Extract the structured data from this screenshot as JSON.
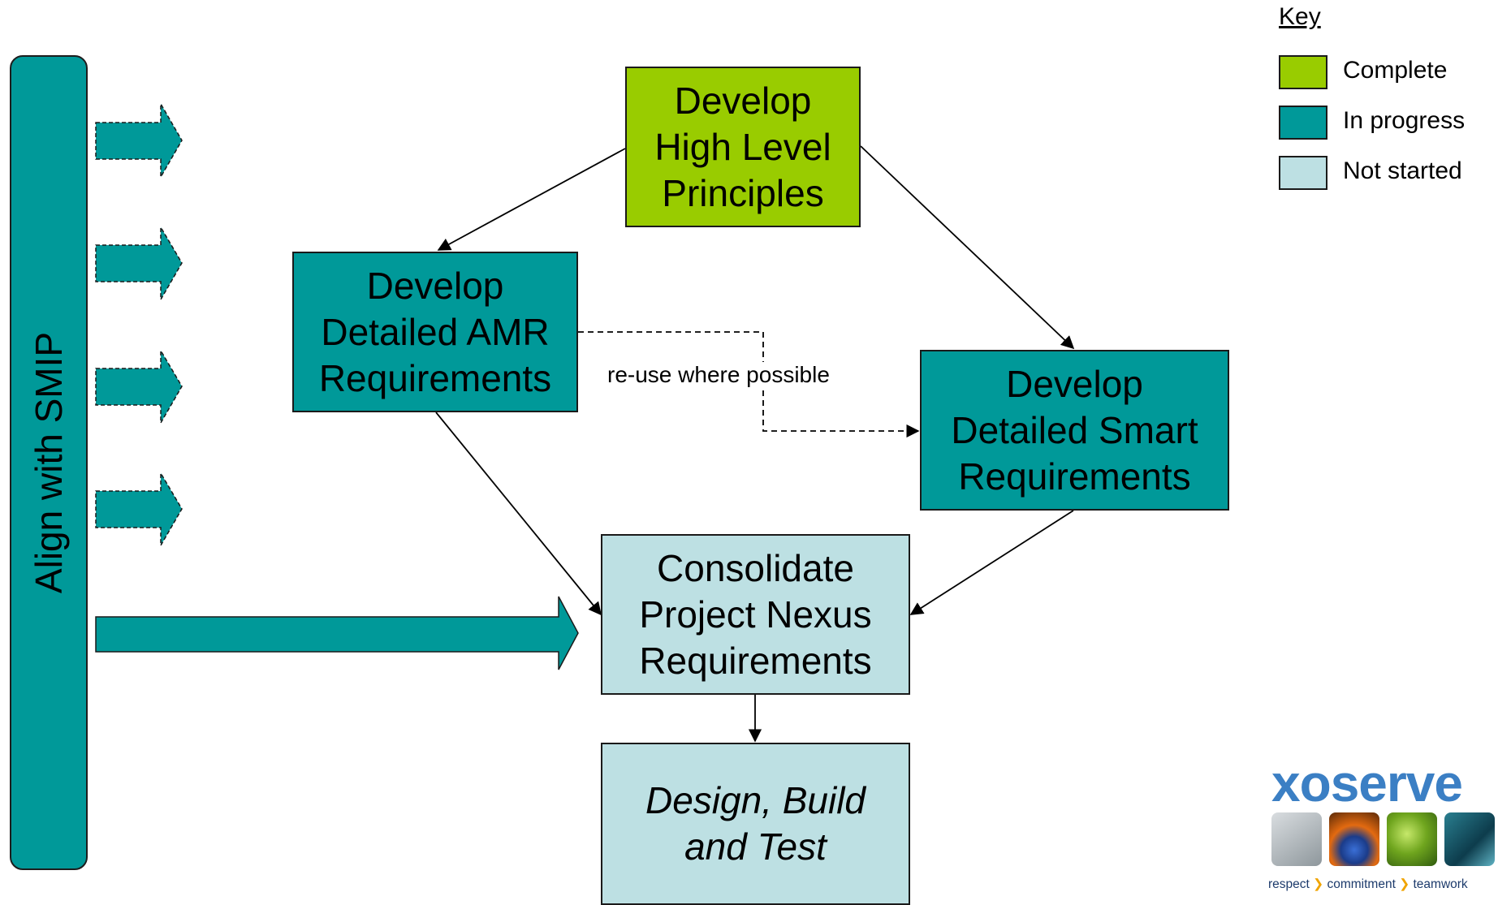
{
  "colors": {
    "complete": "#99cc00",
    "in_progress": "#009999",
    "not_started": "#bde0e3",
    "arrow_fill": "#009999",
    "logo_blue": "#3b7fc4",
    "logo_accent": "#f0a400"
  },
  "sidebar": {
    "label": "Align with SMIP"
  },
  "boxes": [
    {
      "id": "principles",
      "label": "Develop\nHigh Level\nPrinciples",
      "status": "complete",
      "italic": false
    },
    {
      "id": "amr",
      "label": "Develop\nDetailed AMR\nRequirements",
      "status": "in_progress",
      "italic": false
    },
    {
      "id": "smart",
      "label": "Develop\nDetailed Smart\nRequirements",
      "status": "in_progress",
      "italic": false
    },
    {
      "id": "consolidate",
      "label": "Consolidate\nProject Nexus\nRequirements",
      "status": "not_started",
      "italic": false
    },
    {
      "id": "design",
      "label": "Design, Build\nand Test",
      "status": "not_started",
      "italic": true
    }
  ],
  "connectors": [
    {
      "from": "principles",
      "to": "amr",
      "style": "solid"
    },
    {
      "from": "principles",
      "to": "smart",
      "style": "solid"
    },
    {
      "from": "amr",
      "to": "smart",
      "style": "dashed",
      "label": "re-use where possible"
    },
    {
      "from": "amr",
      "to": "consolidate",
      "style": "solid"
    },
    {
      "from": "smart",
      "to": "consolidate",
      "style": "solid"
    },
    {
      "from": "consolidate",
      "to": "design",
      "style": "solid"
    },
    {
      "from": "sidebar",
      "to": "consolidate",
      "style": "block-arrow"
    }
  ],
  "legend": {
    "title": "Key",
    "items": [
      {
        "label": "Complete",
        "status": "complete"
      },
      {
        "label": "In progress",
        "status": "in_progress"
      },
      {
        "label": "Not started",
        "status": "not_started"
      }
    ]
  },
  "logo": {
    "wordmark": "xoserve",
    "tagline": [
      "respect",
      "commitment",
      "teamwork"
    ],
    "tagline_separator": "❯",
    "tiles": [
      "meter-icon",
      "gas-flame-icon",
      "leaf-icon",
      "circuit-icon"
    ]
  }
}
